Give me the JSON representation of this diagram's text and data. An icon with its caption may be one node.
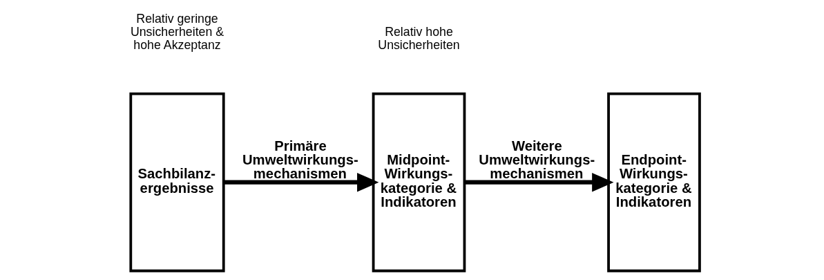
{
  "diagram": {
    "nodes": [
      {
        "text": [
          "Sachbilanz- ergebnisse"
        ]
      },
      {
        "text": [
          "Midpoint- Wirkungs- kategorie & Indikatoren"
        ]
      },
      {
        "text": [
          "Endpoint- Wirkungs- kategorie & Indikatoren"
        ]
      }
    ],
    "edges": [
      {
        "from": 0,
        "to": 1,
        "arrow": "to",
        "label": "Primäre Umweltwirkungs- mechanismen"
      },
      {
        "from": 1,
        "to": 2,
        "arrow": "to",
        "label": "Weitere Umweltwirkungs- mechanismen"
      }
    ],
    "labels": [
      "Relativ geringe Unsicherheiten & hohe Akzeptanz",
      "Relativ hohe Unsicherheiten"
    ]
  }
}
